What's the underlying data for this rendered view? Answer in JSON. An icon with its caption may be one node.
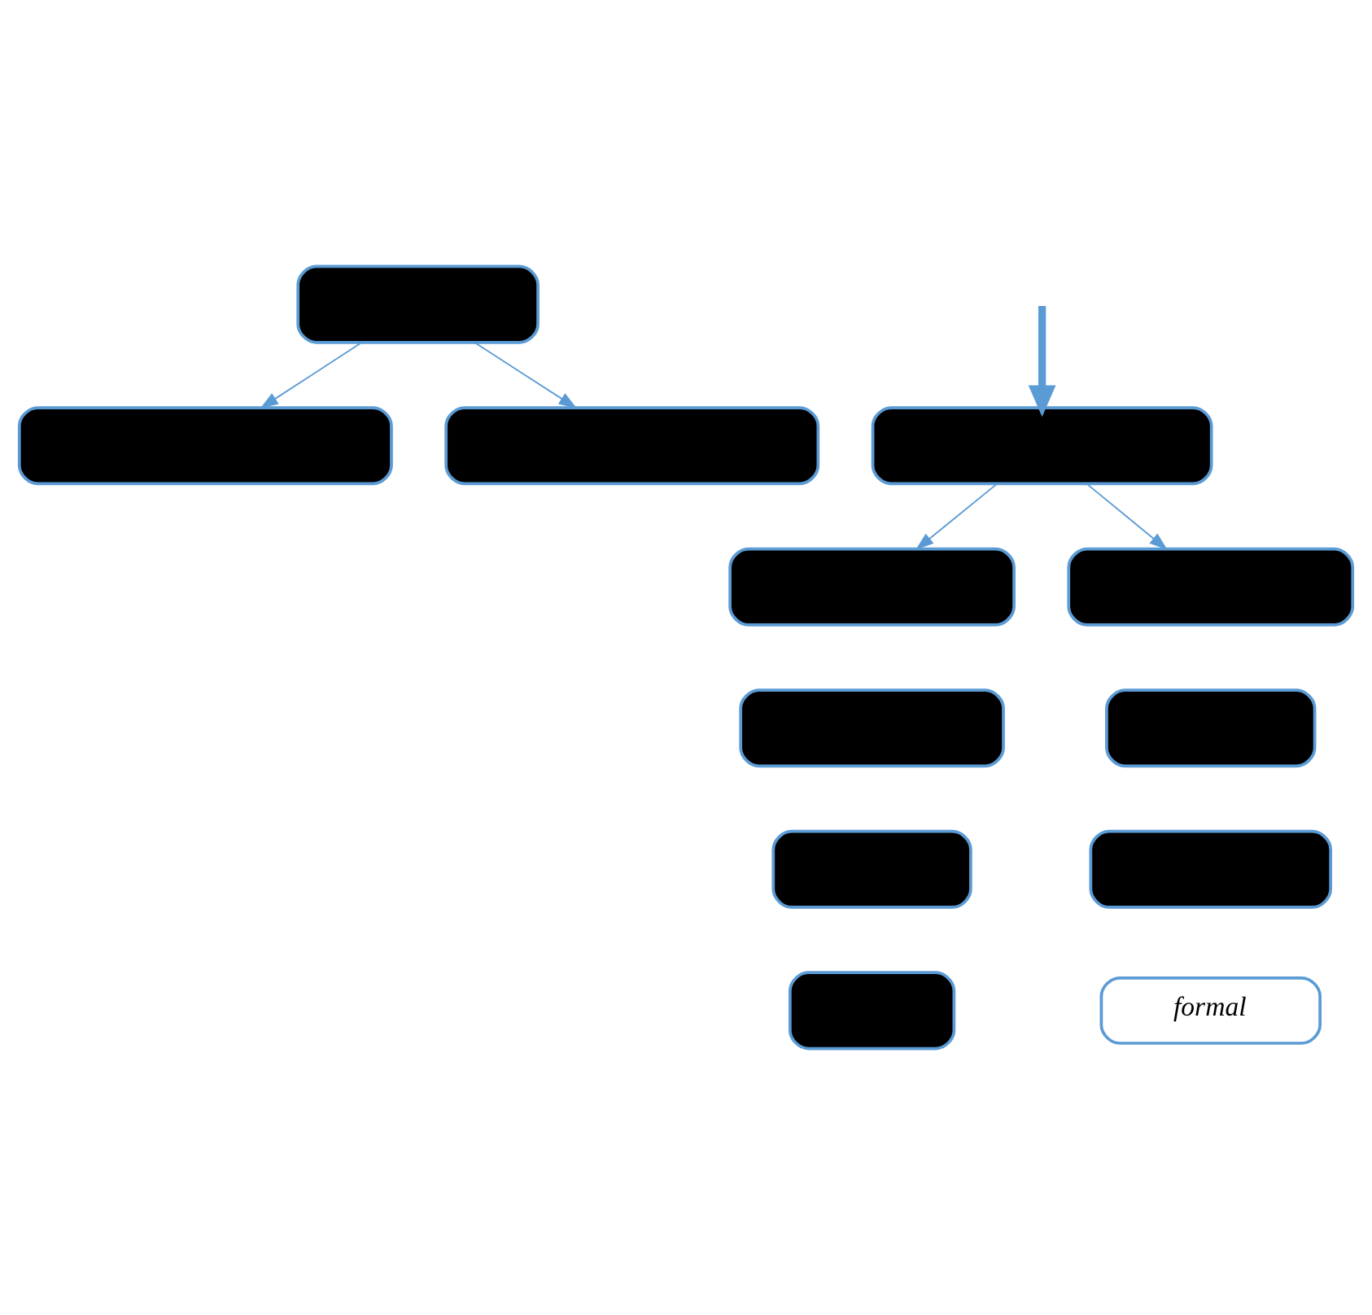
{
  "diagram": {
    "nodes": [
      {
        "text": [],
        "shape": "box"
      },
      {
        "text": [],
        "shape": "box"
      },
      {
        "text": [],
        "shape": "box"
      },
      {
        "text": [],
        "shape": "box"
      },
      {
        "text": [],
        "shape": "box"
      },
      {
        "text": [],
        "shape": "box"
      },
      {
        "text": [],
        "shape": "box"
      },
      {
        "text": [],
        "shape": "box"
      },
      {
        "text": [],
        "shape": "box"
      },
      {
        "text": [],
        "shape": "box"
      },
      {
        "text": [],
        "shape": "box"
      },
      {
        "text": [
          "formal"
        ]
      }
    ],
    "edges": [
      {
        "from": 0,
        "to": 1,
        "arrow": "to"
      },
      {
        "from": 0,
        "to": 2,
        "arrow": "to"
      },
      {
        "from": null,
        "to": 3,
        "arrow": "to",
        "style": "thick"
      },
      {
        "from": 3,
        "to": 4,
        "arrow": "to"
      },
      {
        "from": 3,
        "to": 8,
        "arrow": "to"
      }
    ]
  }
}
